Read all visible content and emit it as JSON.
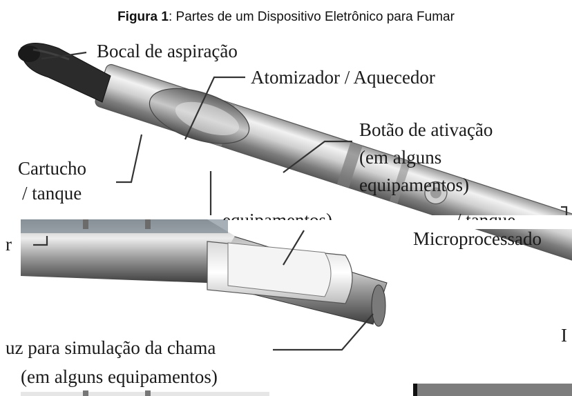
{
  "title": {
    "prefix": "Figura 1",
    "text": ": Partes de um Dispositivo Eletrônico para Fumar"
  },
  "labels": {
    "bocal": "Bocal de aspiração",
    "atomizador": "Atomizador / Aquecedor",
    "botao_l1": "Botão de ativação",
    "botao_l2": "(em alguns",
    "botao_l3": "equipamentos)",
    "cartucho_l1": "Cartucho",
    "cartucho_l2": "/ tanque",
    "frag_equip": "equipamentos)",
    "frag_tanque": "/ tanque",
    "frag_r": "r",
    "microprocessador": "Microprocessado",
    "luz_l1": "uz para simulação da chama",
    "luz_l2": "(em alguns equipamentos)",
    "frag_l": "I"
  },
  "colors": {
    "metal_light": "#e4e4e4",
    "metal_dark": "#6e6e6e",
    "mouthpiece": "#2a2a2a",
    "leader_line": "#333333"
  }
}
